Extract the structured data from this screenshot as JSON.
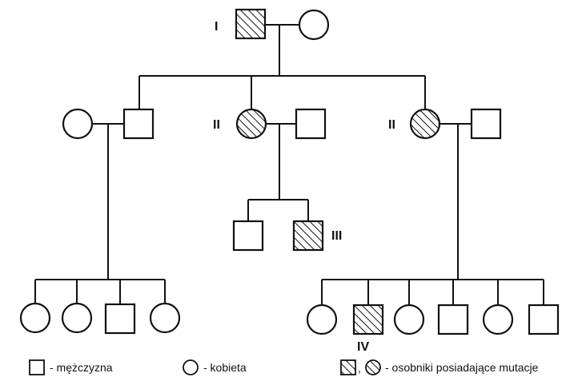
{
  "generation_labels": {
    "gen1": "I",
    "gen2_left": "II",
    "gen2_right": "II",
    "gen3": "III",
    "gen4": "IV"
  },
  "legend": {
    "male": "- mężczyzna",
    "female": "- kobieta",
    "separator": ",",
    "affected": "- osobniki posiadające mutacje"
  },
  "colors": {
    "line": "#111111",
    "hatch": "#111111",
    "background": "#ffffff"
  }
}
